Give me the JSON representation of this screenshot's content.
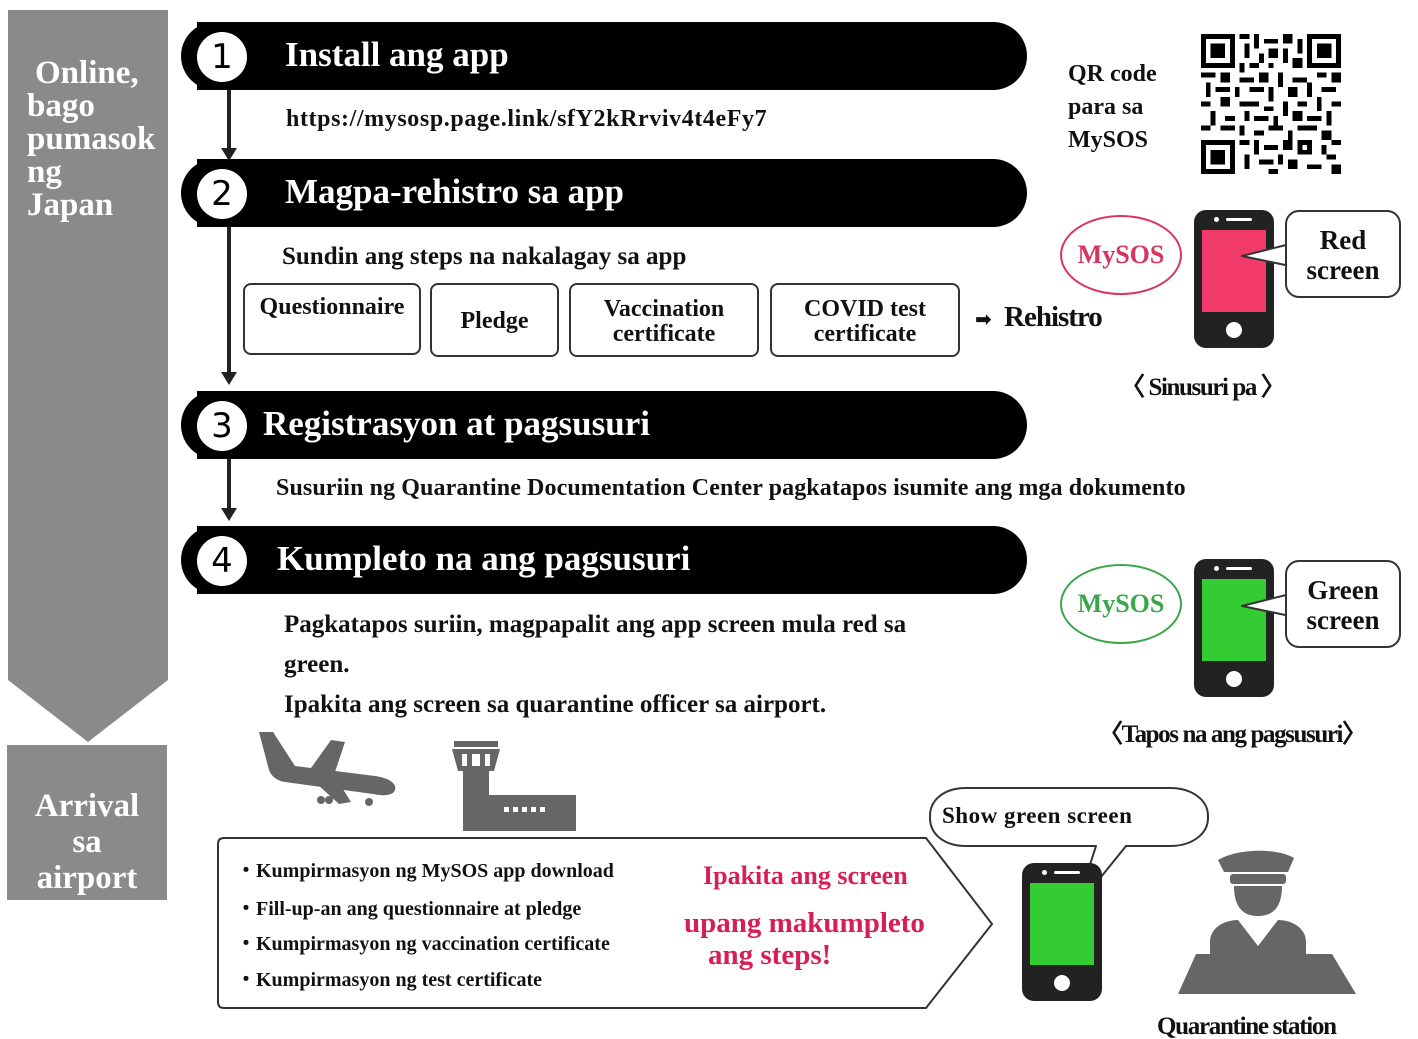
{
  "sidebar": {
    "online_label_lines": [
      "Online,",
      "bago",
      "pumasok",
      "ng",
      "Japan"
    ],
    "arrival_label_lines": [
      "Arrival",
      "sa",
      "airport"
    ],
    "color": "#8a8a8a"
  },
  "steps": [
    {
      "number": "1",
      "title": "Install ang app"
    },
    {
      "number": "2",
      "title": "Magpa-rehistro sa app"
    },
    {
      "number": "3",
      "title": "Registrasyon at pagsusuri"
    },
    {
      "number": "4",
      "title": "Kumpleto na ang pagsusuri"
    }
  ],
  "step1": {
    "link": "https://mysosp.page.link/sfY2kRrviv4t4eFy7"
  },
  "qr": {
    "label_lines": [
      "QR code",
      "para sa",
      "MySOS"
    ],
    "icon": "qr-code-icon"
  },
  "step2": {
    "instruction": "Sundin ang steps na nakalagay sa app",
    "boxes": [
      {
        "lines": [
          "Questionnaire"
        ]
      },
      {
        "lines": [
          "Pledge"
        ]
      },
      {
        "lines": [
          "Vaccination",
          "certificate"
        ]
      },
      {
        "lines": [
          "COVID test",
          "certificate"
        ]
      }
    ],
    "result": "Rehistro",
    "arrow": "➡"
  },
  "red_status": {
    "app_name": "MySOS",
    "bubble_lines": [
      "Red",
      "screen"
    ],
    "caption": "〈 Sinusuri pa 〉",
    "screen_color": "#f23a6a",
    "oval_color": "#d9345e"
  },
  "step3": {
    "text": "Susuriin ng Quarantine Documentation Center pagkatapos isumite ang mga dokumento"
  },
  "step4": {
    "lines": [
      "Pagkatapos suriin, magpapalit ang app screen mula red sa",
      "green.",
      "Ipakita ang screen sa quarantine officer sa airport."
    ]
  },
  "green_status": {
    "app_name": "MySOS",
    "bubble_lines": [
      "Green",
      "screen"
    ],
    "caption": "〈Tapos na ang pagsusuri〉",
    "screen_color": "#33cc33",
    "oval_color": "#3aa64a"
  },
  "airport": {
    "checklist": [
      "・Kumpirmasyon ng MySOS app download",
      "・Fill-up-an ang questionnaire at pledge",
      "・Kumpirmasyon ng vaccination certificate",
      "・Kumpirmasyon ng  test certificate"
    ],
    "callout_line1": "Ipakita ang screen",
    "callout_line2": "upang makumpleto",
    "callout_line3": "ang steps!",
    "callout_color": "#d81f55",
    "bubble": "Show green screen",
    "officer_caption": "Quarantine station",
    "icons": [
      "airplane-icon",
      "control-tower-icon",
      "phone-icon",
      "officer-icon"
    ]
  }
}
